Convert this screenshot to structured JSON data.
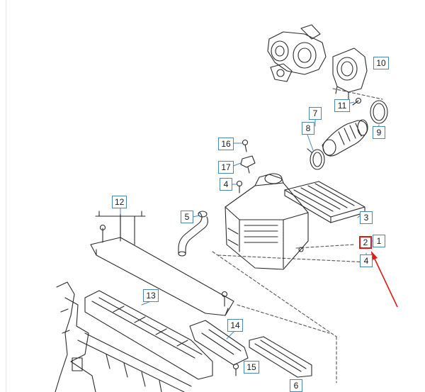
{
  "callouts": {
    "c1": "1",
    "c2": "2",
    "c3": "3",
    "c4a": "4",
    "c4b": "4",
    "c5": "5",
    "c6": "6",
    "c7": "7",
    "c8": "8",
    "c9": "9",
    "c10": "10",
    "c11": "11",
    "c12": "12",
    "c13": "13",
    "c14": "14",
    "c15": "15",
    "c16": "16",
    "c17": "17"
  },
  "colors": {
    "line": "#2a2a2a",
    "label_border": "#4a86b8",
    "highlight": "#e01818"
  }
}
